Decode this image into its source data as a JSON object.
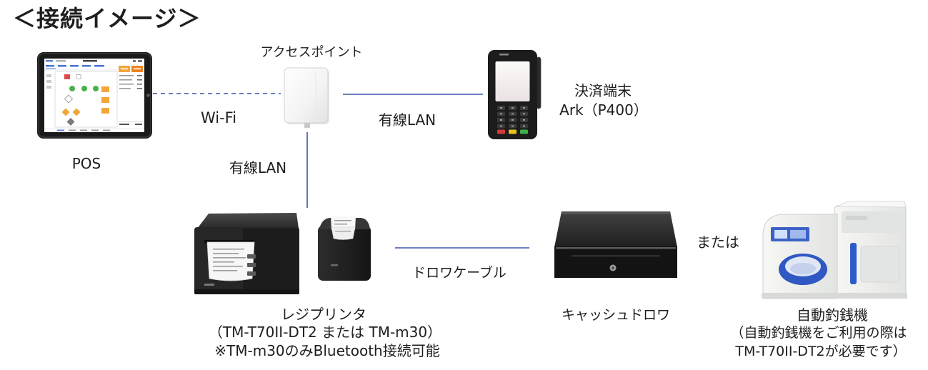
{
  "title": "＜接続イメージ＞",
  "colors": {
    "line": "#3b55a8",
    "text": "#1e1e1e",
    "background": "#ffffff"
  },
  "devices": {
    "pos": {
      "label": "POS",
      "icon": "tablet-icon"
    },
    "access_point": {
      "label": "アクセスポイント",
      "icon": "access-point-icon"
    },
    "payment_terminal": {
      "label": "決済端末",
      "model": "Ark（P400）",
      "icon": "payment-terminal-icon"
    },
    "receipt_printer": {
      "label": "レジプリンタ",
      "models": "（TM-T70II-DT2 または TM-m30）",
      "note": "※TM-m30のみBluetooth接続可能",
      "icons": [
        "receipt-printer-icon",
        "compact-receipt-printer-icon"
      ]
    },
    "cash_drawer": {
      "label": "キャッシュドロワ",
      "icon": "cash-drawer-icon"
    },
    "change_machine": {
      "label": "自動釣銭機",
      "note_line1": "（自動釣銭機をご利用の際は",
      "note_line2": "TM-T70II-DT2が必要です）",
      "icon": "change-machine-icon"
    }
  },
  "connections": {
    "pos_to_access_point": {
      "label": "Wi-Fi",
      "dashed": true
    },
    "access_point_to_terminal": {
      "label": "有線LAN",
      "dashed": false
    },
    "access_point_to_printer": {
      "label": "有線LAN",
      "dashed": false
    },
    "printer_to_drawer": {
      "label": "ドロワケーブル",
      "dashed": false
    }
  },
  "alternative_label": "または"
}
